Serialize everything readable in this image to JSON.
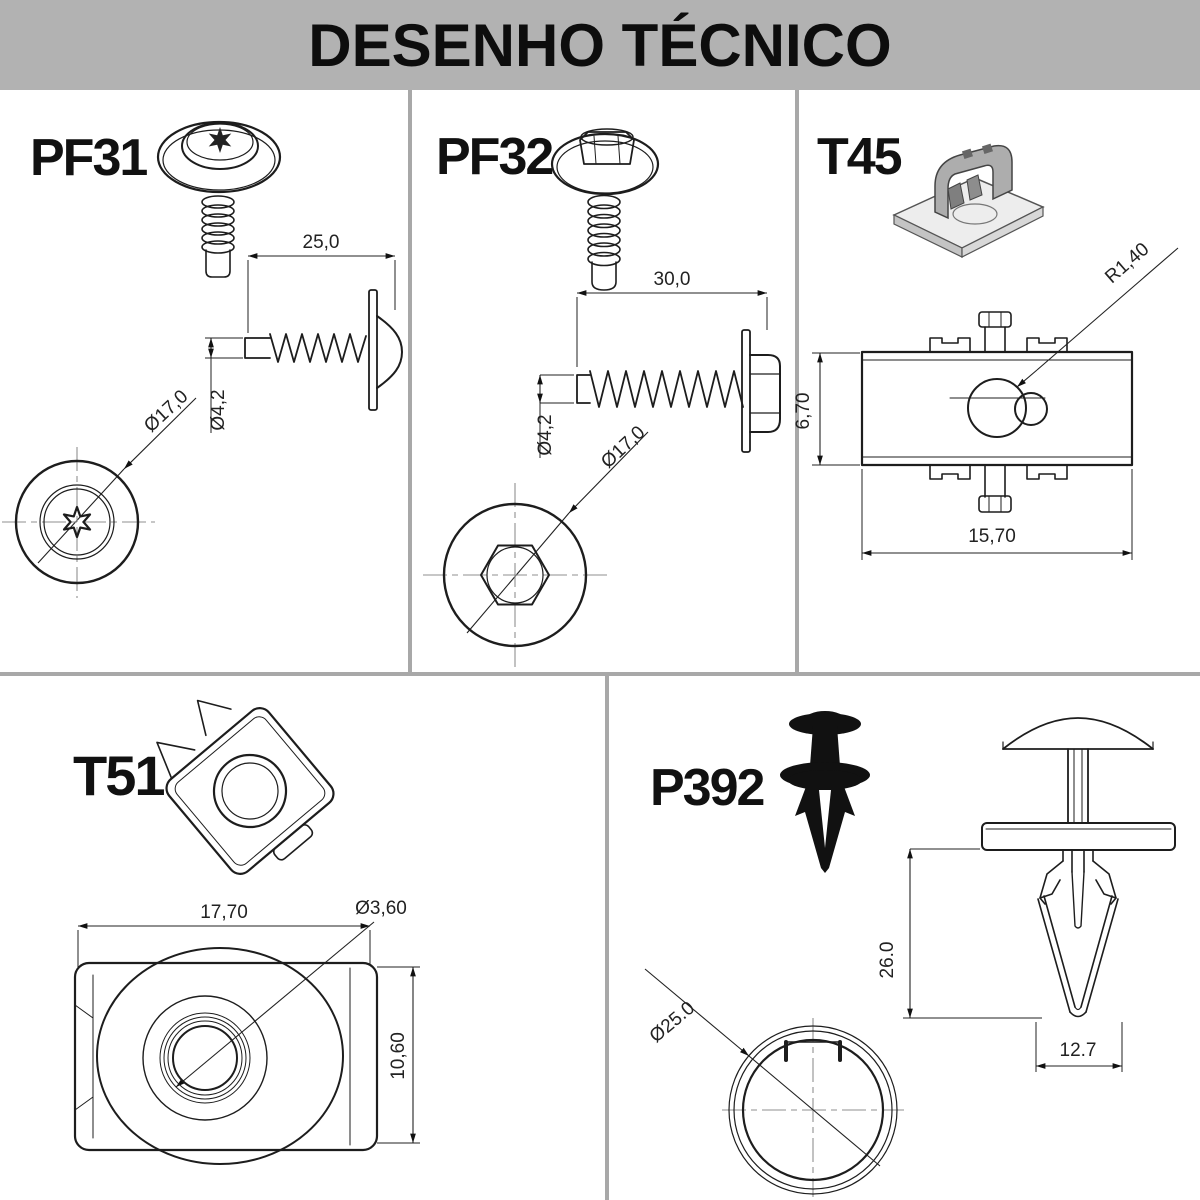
{
  "title": "DESENHO TÉCNICO",
  "panels": {
    "pf31": {
      "label": "PF31",
      "dim_length": "25,0",
      "dim_shank": "Ø4,2",
      "dim_head": "Ø17,0"
    },
    "pf32": {
      "label": "PF32",
      "dim_length": "30,0",
      "dim_shank": "Ø4,2",
      "dim_head": "Ø17,0"
    },
    "t45": {
      "label": "T45",
      "dim_radius": "R1,40",
      "dim_height": "6,70",
      "dim_width": "15,70"
    },
    "t51": {
      "label": "T51",
      "dim_width": "17,70",
      "dim_hole": "Ø3,60",
      "dim_height": "10,60"
    },
    "p392": {
      "label": "P392",
      "dim_length": "26.0",
      "dim_head": "Ø25.0",
      "dim_leg": "12.7"
    }
  },
  "colors": {
    "banner": "#b2b2b2",
    "divider": "#a8a8a8",
    "line": "#1d1d1d",
    "background": "#ffffff"
  }
}
